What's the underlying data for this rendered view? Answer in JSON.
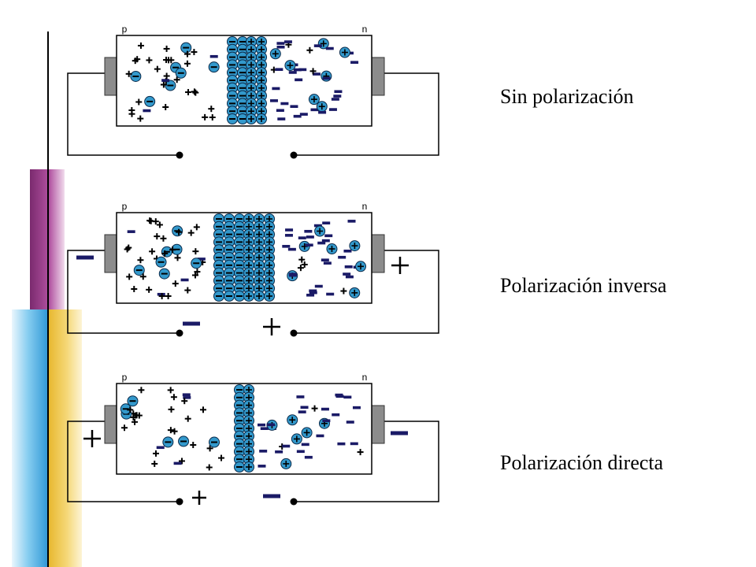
{
  "slide": {
    "panels": [
      {
        "caption": "Sin polarización",
        "p_label": "p",
        "n_label": "n",
        "battery_left_sign": "",
        "battery_right_sign": "",
        "contact_left_sign": "",
        "contact_right_sign": ""
      },
      {
        "caption": "Polarización inversa",
        "p_label": "p",
        "n_label": "n",
        "battery_left_sign": "−",
        "battery_right_sign": "+",
        "contact_left_sign": "−",
        "contact_right_sign": "+"
      },
      {
        "caption": "Polarización directa",
        "p_label": "p",
        "n_label": "n",
        "battery_left_sign": "+",
        "battery_right_sign": "−",
        "contact_left_sign": "+",
        "contact_right_sign": "−"
      }
    ],
    "colors": {
      "ion_fill": "#3399cc",
      "ion_stroke": "#0a2a4a",
      "negative_dash": "#1a1a66",
      "contact_gray": "#8c8c8c",
      "bar_magenta": "#9b3a8a",
      "bar_blue": "#59b6e8",
      "bar_yellow": "#f2c94c"
    }
  }
}
